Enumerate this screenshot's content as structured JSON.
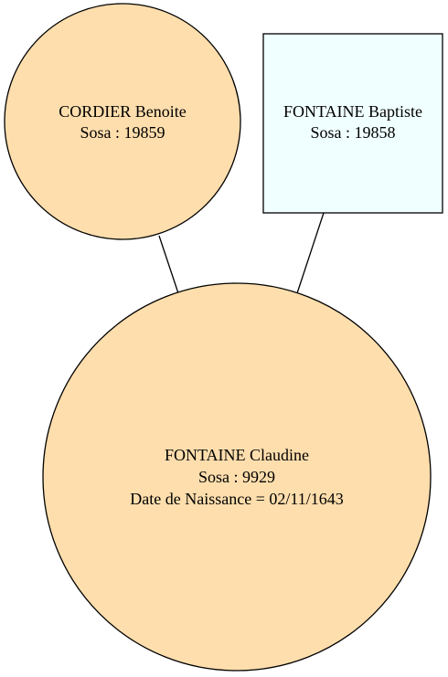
{
  "nodes": {
    "mother": {
      "name": "CORDIER Benoite",
      "sosa": "Sosa : 19859",
      "shape": "circle",
      "fill": "#ffdead"
    },
    "father": {
      "name": "FONTAINE Baptiste",
      "sosa": "Sosa : 19858",
      "shape": "box",
      "fill": "#f0ffff"
    },
    "subject": {
      "name": "FONTAINE Claudine",
      "sosa": "Sosa : 9929",
      "birth": "Date de Naissance = 02/11/1643",
      "shape": "circle",
      "fill": "#ffdead"
    }
  },
  "edges": [
    {
      "from": "mother",
      "to": "subject"
    },
    {
      "from": "father",
      "to": "subject"
    }
  ]
}
